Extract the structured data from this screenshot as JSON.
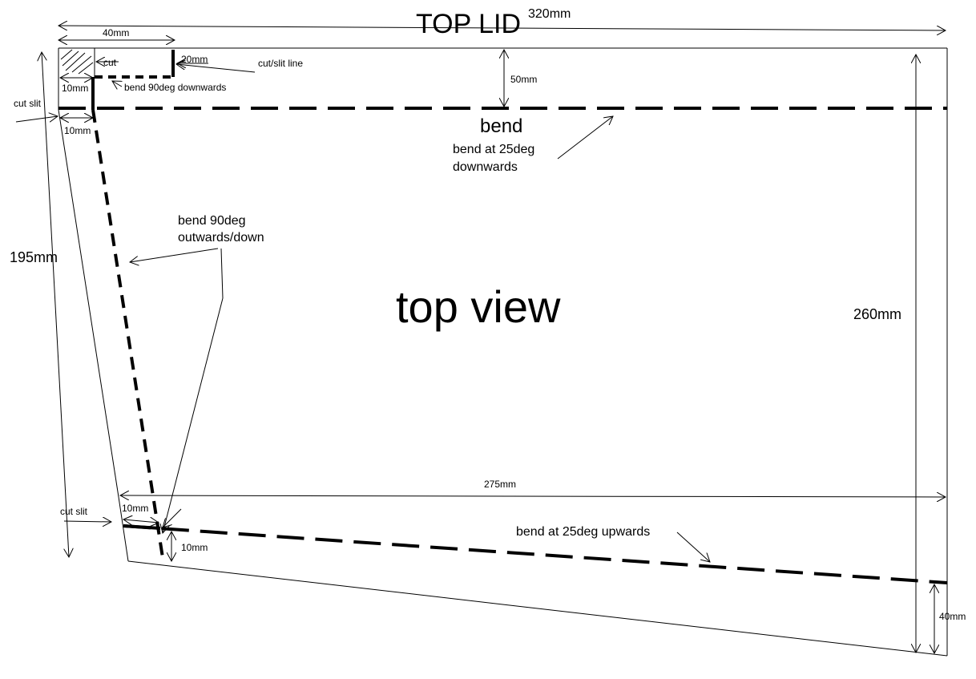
{
  "diagram": {
    "title": "TOP LID",
    "view_label": "top view",
    "dimensions": {
      "width_top": "320mm",
      "tab_width": "40mm",
      "tab_height": "20mm",
      "flap_depth": "50mm",
      "left_height": "195mm",
      "right_height": "260mm",
      "bottom_width": "275mm",
      "bottom_flap": "40mm",
      "slit_top": "10mm",
      "slit_side_top": "10mm",
      "slit_bottom_h": "10mm",
      "slit_bottom_v": "10mm"
    },
    "annotations": {
      "cut": "cut",
      "cut_slit_line": "cut/slit line",
      "bend_90_down": "bend 90deg downwards",
      "cut_slit_top": "cut slit",
      "cut_slit_bottom": "cut slit",
      "bend": "bend",
      "bend_25_down_1": "bend at 25deg",
      "bend_25_down_2": "downwards",
      "bend_90_out_1": "bend 90deg",
      "bend_90_out_2": "outwards/down",
      "bend_25_up": "bend at 25deg upwards"
    }
  }
}
